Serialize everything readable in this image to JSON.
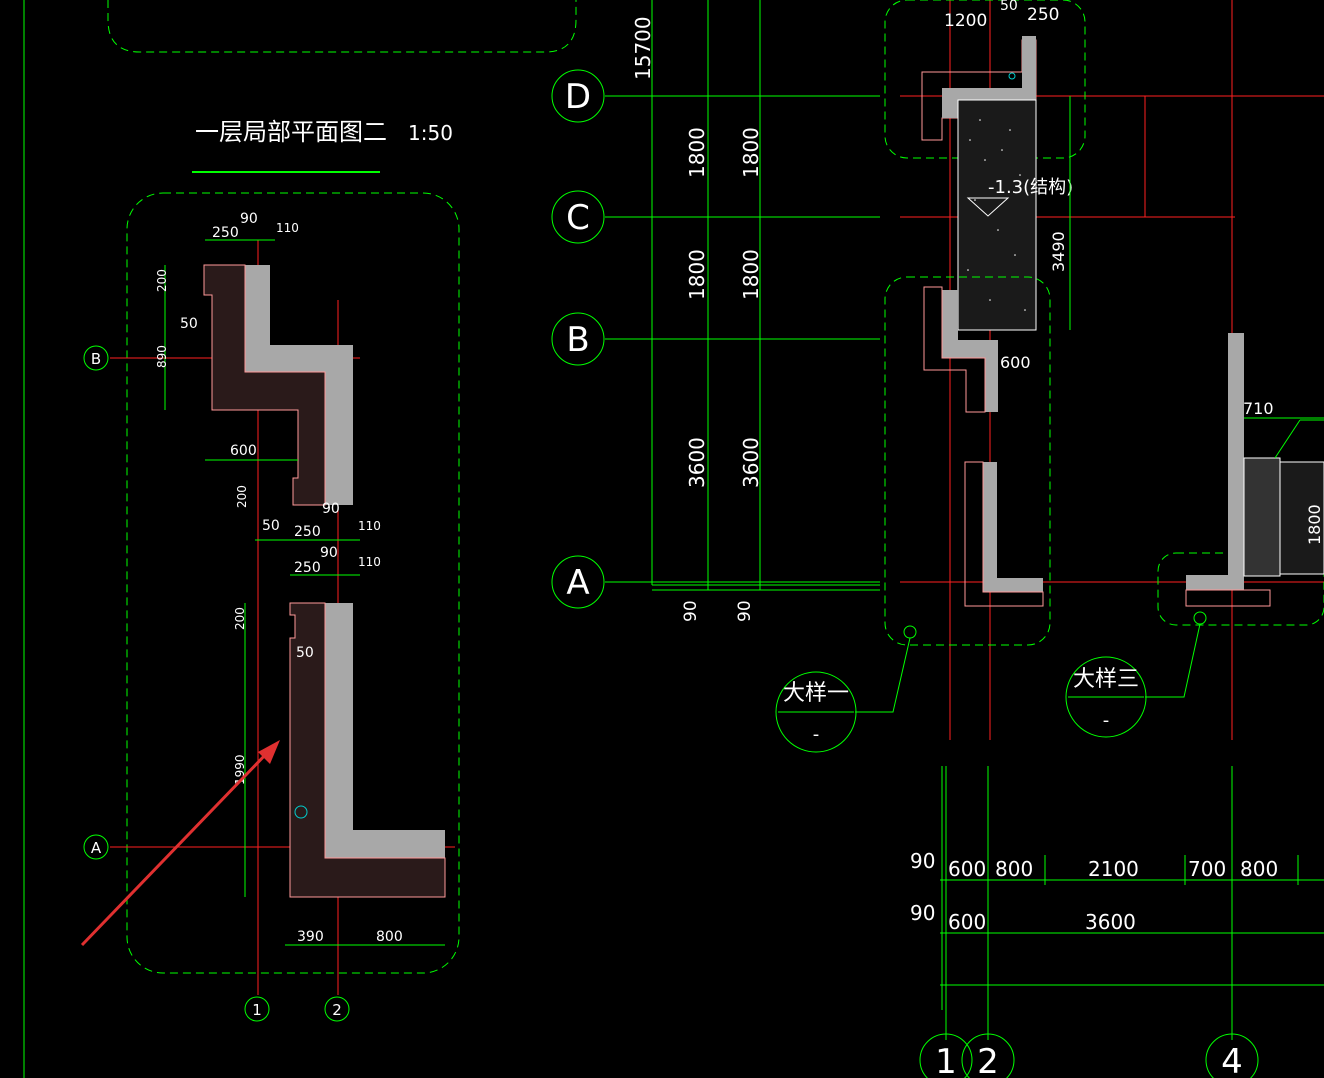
{
  "colors": {
    "background": "#000000",
    "grid": "#00ff00",
    "axis": "#ff2020",
    "wall": "#a8a8a8",
    "text": "#ffffff",
    "insulation": "#ff9999",
    "dim": "#00ff00",
    "arrow": "#e03030",
    "cyan": "#00cccc"
  },
  "plan2": {
    "title": "一层局部平面图二",
    "scale": "1:50",
    "dims": {
      "top_90": "90",
      "top_250": "250",
      "top_110": "110",
      "left_200": "200",
      "left_50": "50",
      "left_890": "890",
      "mid_600": "600",
      "mid_200": "200",
      "mid_90": "90",
      "mid_50": "50",
      "mid_250a": "250",
      "mid_110a": "110",
      "mid_90b": "90",
      "mid_250b": "250",
      "mid_110b": "110",
      "low_200": "200",
      "low_50": "50",
      "low_1990": "1990",
      "bot_390": "390",
      "bot_800": "800"
    },
    "axis_B": "B",
    "axis_A": "A",
    "axis_1": "1",
    "axis_2": "2"
  },
  "main": {
    "axis_D": "D",
    "axis_C": "C",
    "axis_B": "B",
    "axis_A": "A",
    "total": "15700",
    "d1": "1800",
    "d2": "1800",
    "d3": "1800",
    "d4": "1800",
    "d5": "3600",
    "d6": "3600",
    "b1": "90",
    "b2": "90",
    "top_1200": "1200",
    "top_50": "50",
    "top_250": "250",
    "level": "-1.3(结构)",
    "v3490": "3490",
    "d600": "600",
    "d710": "710",
    "d1800r": "1800",
    "detail1": "大样一",
    "detail1_sub": "-",
    "detail3": "大样三",
    "detail3_sub": "-",
    "row1": [
      "90",
      "600",
      "800",
      "2100",
      "700",
      "800"
    ],
    "row2": [
      "90",
      "600",
      "3600"
    ],
    "axis_1": "1",
    "axis_2": "2",
    "axis_4": "4"
  }
}
